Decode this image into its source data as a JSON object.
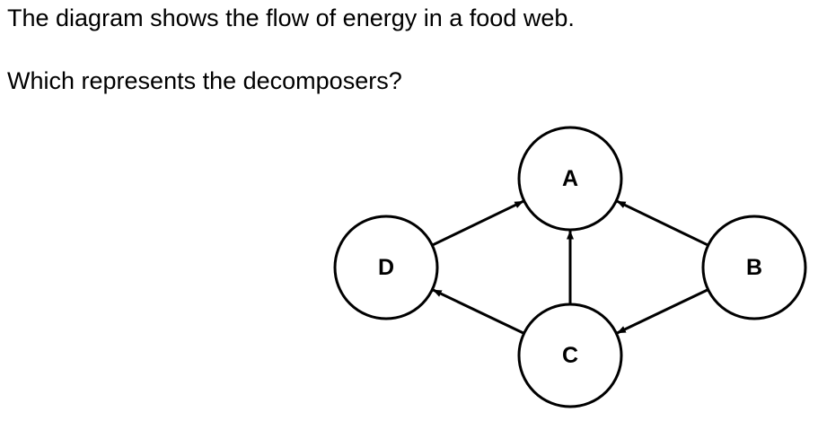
{
  "question": {
    "intro": "The diagram shows the flow of energy in a food web.",
    "prompt": "Which represents the decomposers?"
  },
  "diagram": {
    "nodes": [
      {
        "id": "A",
        "label": "A"
      },
      {
        "id": "B",
        "label": "B"
      },
      {
        "id": "C",
        "label": "C"
      },
      {
        "id": "D",
        "label": "D"
      }
    ],
    "edges": [
      {
        "from": "D",
        "to": "A"
      },
      {
        "from": "B",
        "to": "A"
      },
      {
        "from": "C",
        "to": "A"
      },
      {
        "from": "C",
        "to": "D"
      },
      {
        "from": "B",
        "to": "C"
      }
    ]
  }
}
